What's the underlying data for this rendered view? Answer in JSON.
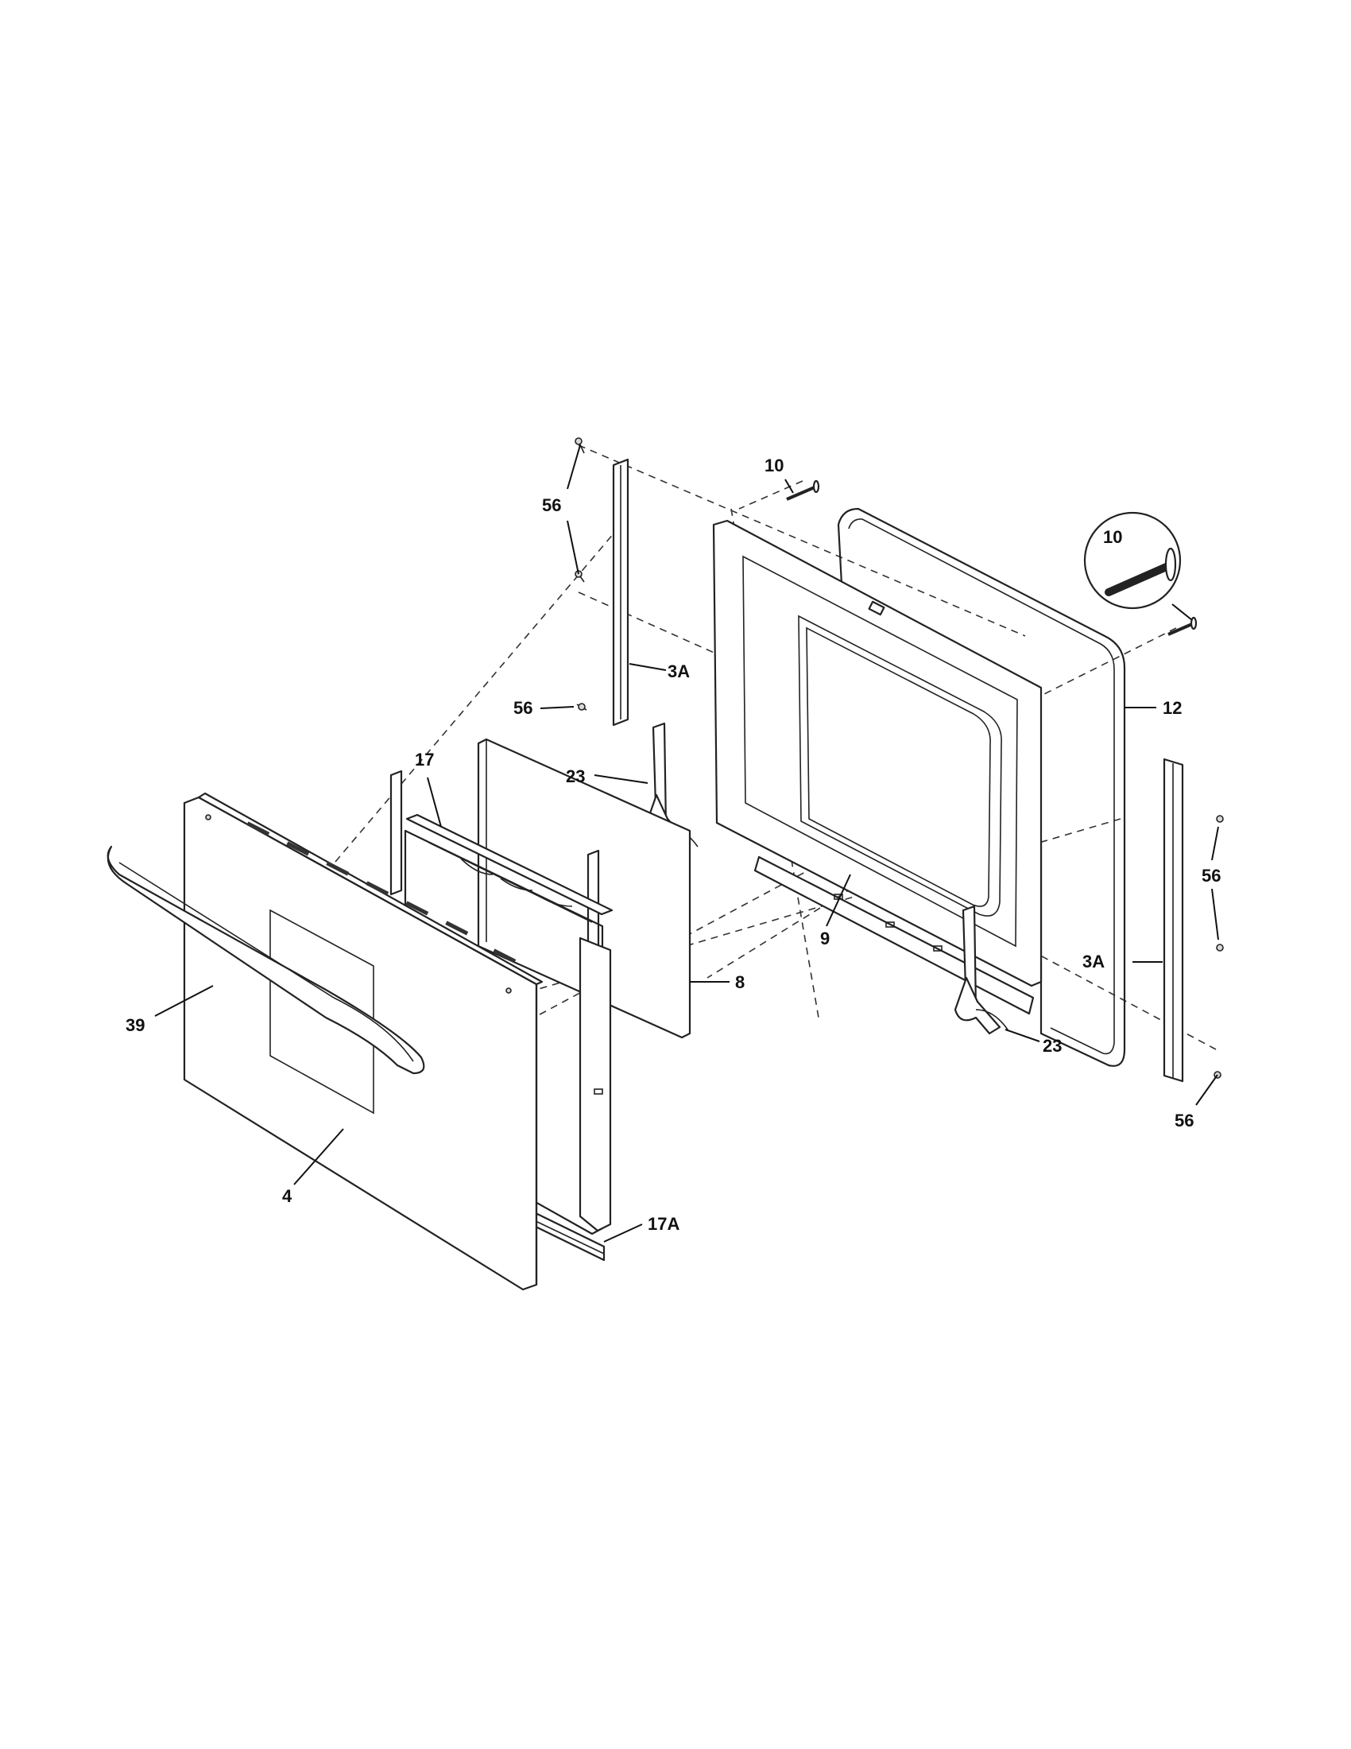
{
  "callouts": {
    "p56_top": "56",
    "p10_top": "10",
    "p10_detail": "10",
    "p3A_left": "3A",
    "p56_mid": "56",
    "p12": "12",
    "p17": "17",
    "p23_left": "23",
    "p56_right": "56",
    "p9": "9",
    "p3A_right": "3A",
    "p8": "8",
    "p39": "39",
    "p23_right": "23",
    "p56_bottom": "56",
    "p4": "4",
    "p17A": "17A"
  }
}
